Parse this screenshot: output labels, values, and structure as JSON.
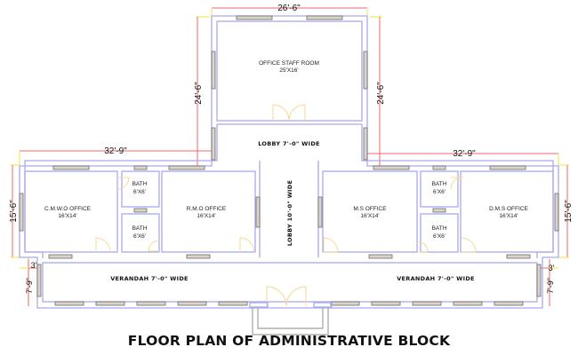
{
  "drawing": {
    "title": "FLOOR PLAN OF ADMINISTRATIVE BLOCK",
    "colors": {
      "wall": "#a9a9f2",
      "window": "#d9d4cc",
      "door": "#f5d990",
      "dimension_line": "#f26a6a",
      "extension_line": "#f2e85a"
    },
    "rooms": {
      "staff_room": {
        "name": "OFFICE STAFF ROOM",
        "size": "25'X16'"
      },
      "cmwo_office": {
        "name": "C.M.W.O OFFICE",
        "size": "16'X14'"
      },
      "rmo_office": {
        "name": "R.M.O OFFICE",
        "size": "16'X14'"
      },
      "ms_office": {
        "name": "M.S OFFICE",
        "size": "16'X14'"
      },
      "dms_office": {
        "name": "D.M.S OFFICE",
        "size": "16'X14'"
      },
      "bath_left_top": {
        "name": "BATH",
        "size": "6'X6'"
      },
      "bath_left_bottom": {
        "name": "BATH",
        "size": "6'X6'"
      },
      "bath_right_top": {
        "name": "BATH",
        "size": "6'X6'"
      },
      "bath_right_bottom": {
        "name": "BATH",
        "size": "6'X6'"
      },
      "lobby_horizontal": "LOBBY  7'-0\"  WIDE",
      "lobby_vertical": "LOBBY  10'-0\"  WIDE",
      "verandah_left": "VERANDAH  7'-0\"  WIDE",
      "verandah_right": "VERANDAH  7'-0\"  WIDE"
    },
    "dimensions": {
      "top_width": "26'-6\"",
      "staff_left_height": "24'-6\"",
      "staff_right_height": "24'-6\"",
      "left_wing_width": "32'-9\"",
      "right_wing_width": "32'-9\"",
      "left_wing_height": "15'-6\"",
      "right_wing_height": "15'-6\"",
      "left_verandah_height": "7'-9\"",
      "right_verandah_height": "7'-9\"",
      "left_offset": "3'",
      "right_offset": "3'"
    }
  }
}
